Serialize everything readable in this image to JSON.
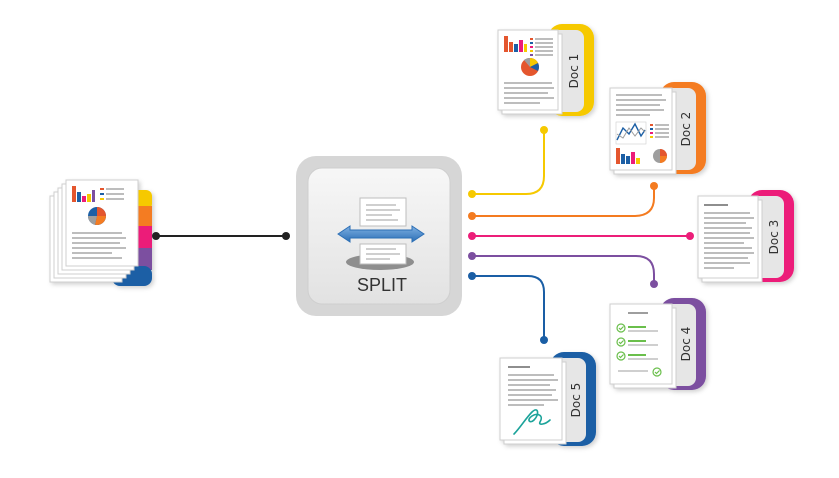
{
  "split": {
    "label": "SPLIT"
  },
  "source": {
    "stripe_colors": [
      "#f6c900",
      "#f47b20",
      "#ec1e79",
      "#7c4fa0",
      "#1a5ea5"
    ]
  },
  "docs": [
    {
      "label": "Doc 1",
      "color": "#f6c900",
      "content": "charts"
    },
    {
      "label": "Doc 2",
      "color": "#f47b20",
      "content": "line-chart"
    },
    {
      "label": "Doc 3",
      "color": "#ec1e79",
      "content": "text"
    },
    {
      "label": "Doc 4",
      "color": "#7c4fa0",
      "content": "checklist"
    },
    {
      "label": "Doc 5",
      "color": "#1a5ea5",
      "content": "signature"
    }
  ],
  "colors": {
    "connector": "#222222",
    "chart_bars": [
      "#e4572e",
      "#1a5ea5",
      "#ec1e79",
      "#f6c900"
    ],
    "check": "#6abf4b",
    "signature": "#1aa39a",
    "splitter_arrow": "#2c6fb5"
  }
}
